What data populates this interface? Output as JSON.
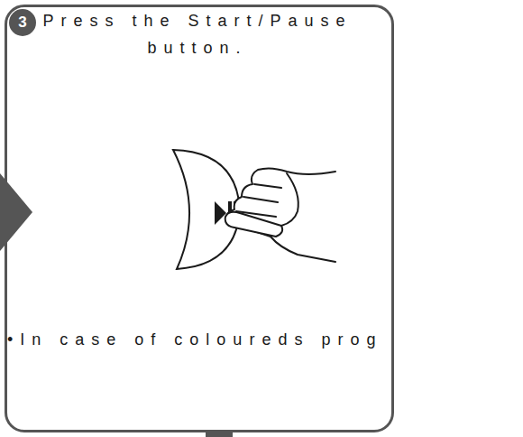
{
  "diagram": {
    "nodes": [
      {
        "text": [
          "Press the Start/Pause button."
        ]
      },
      {
        "text": [
          "3"
        ],
        "in": 0
      }
    ],
    "labels": [
      "•In case of coloureds prog"
    ]
  }
}
